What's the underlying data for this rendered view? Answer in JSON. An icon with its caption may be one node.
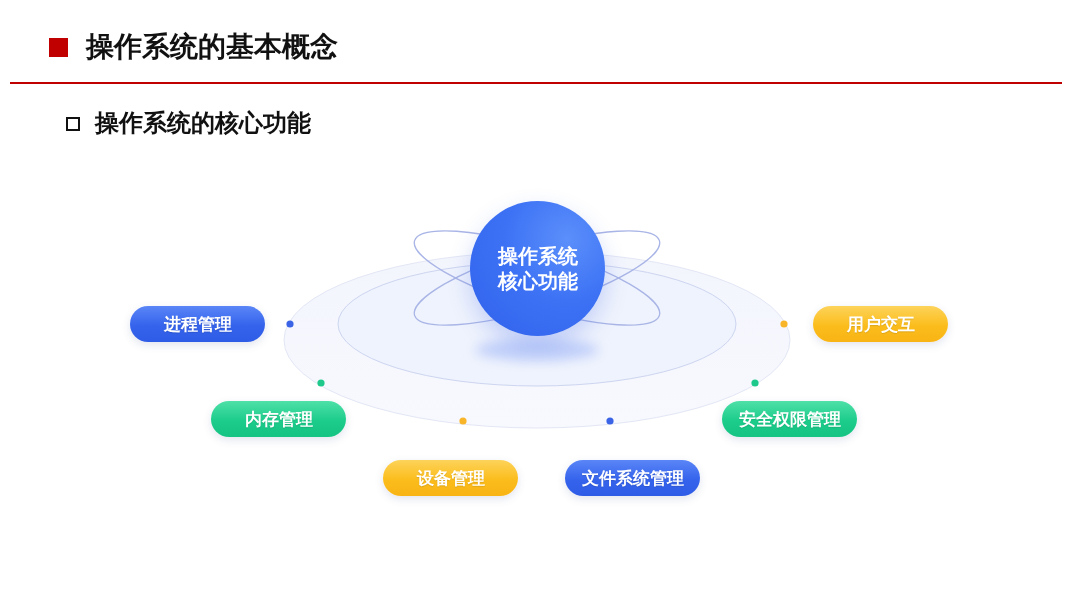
{
  "diagram": {
    "title": "操作系统的基本概念",
    "nodes": [
      {
        "text": [
          "操作系统核心功能"
        ]
      },
      {
        "text": [
          "进程管理"
        ]
      },
      {
        "text": [
          "内存管理"
        ]
      },
      {
        "text": [
          "设备管理"
        ]
      },
      {
        "text": [
          "文件系统管理"
        ]
      },
      {
        "text": [
          "安全权限管理"
        ]
      },
      {
        "text": [
          "用户交互"
        ]
      }
    ],
    "labels": [
      "操作系统的核心功能"
    ]
  }
}
